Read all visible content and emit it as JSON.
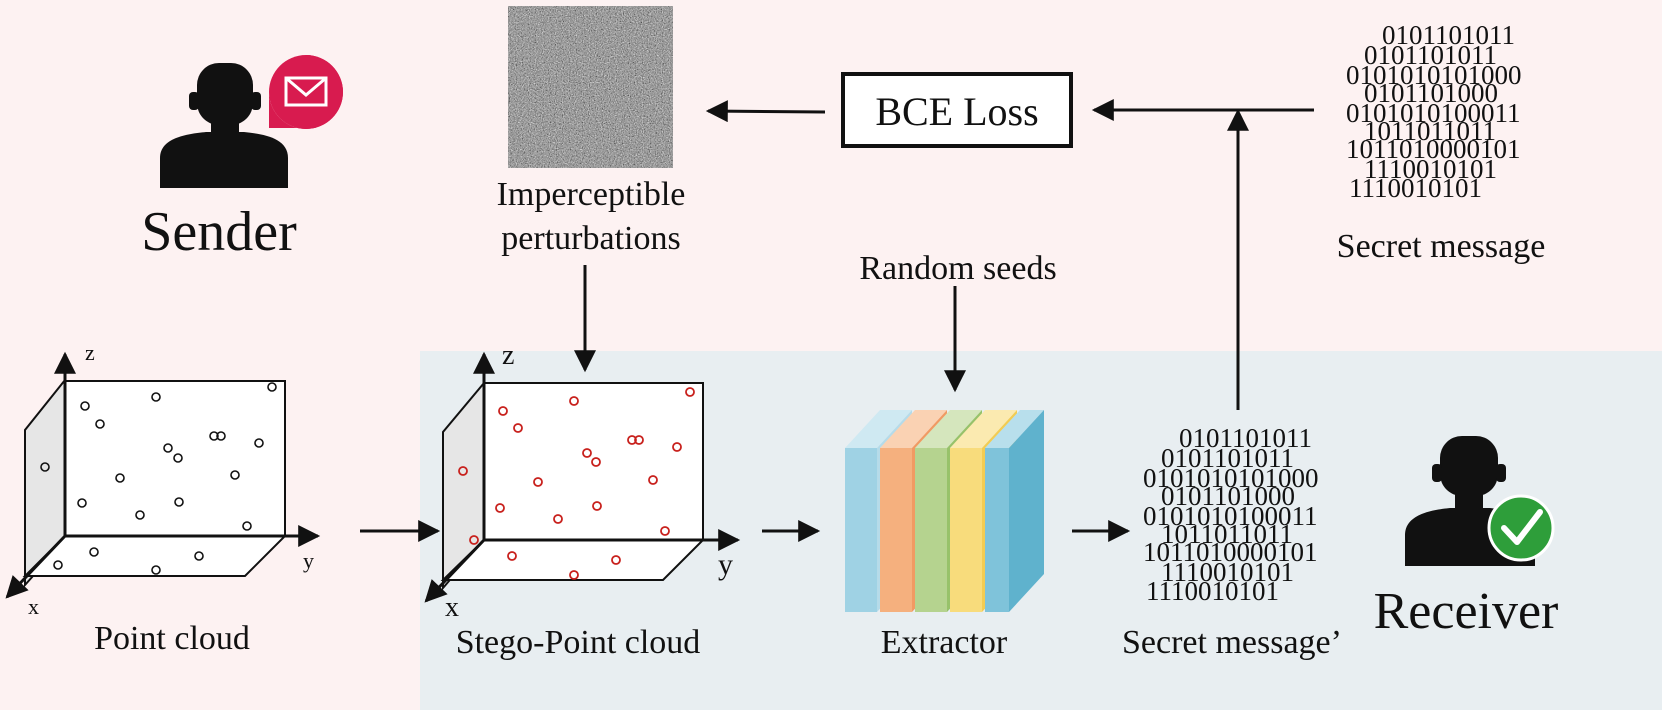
{
  "labels": {
    "sender": "Sender",
    "receiver": "Receiver",
    "point_cloud": "Point cloud",
    "stego_point_cloud": "Stego-Point cloud",
    "imperceptible_1": "Imperceptible",
    "imperceptible_2": "perturbations",
    "bce_loss": "BCE Loss",
    "random_seeds": "Random seeds",
    "extractor": "Extractor",
    "secret_message": "Secret message",
    "secret_message_recovered": "Secret message’"
  },
  "axes": {
    "x": "x",
    "y": "y",
    "z": "z"
  },
  "binary_lines": [
    "0101101011",
    "0101101011",
    "0101010101000",
    "0101101000",
    "0101010100011",
    "1011011011",
    "1011010000101",
    "1110010101",
    "1110010101"
  ],
  "icons": {
    "sender": "person-silhouette-icon",
    "mail": "envelope-icon",
    "receiver": "person-silhouette-icon",
    "check": "checkmark-icon",
    "noise": "noise-texture-image",
    "extractor": "layered-network-icon"
  },
  "colors": {
    "background_top": "#fdf2f2",
    "background_receiver": "#e8eef1",
    "mail_badge": "#d81b4f",
    "check_badge": "#2e9e3a",
    "stego_point": "#c8201c",
    "extractor_layers": [
      "#9fd2e4",
      "#f5b07e",
      "#b5d38f",
      "#f8dc7c",
      "#7fc3da"
    ]
  }
}
